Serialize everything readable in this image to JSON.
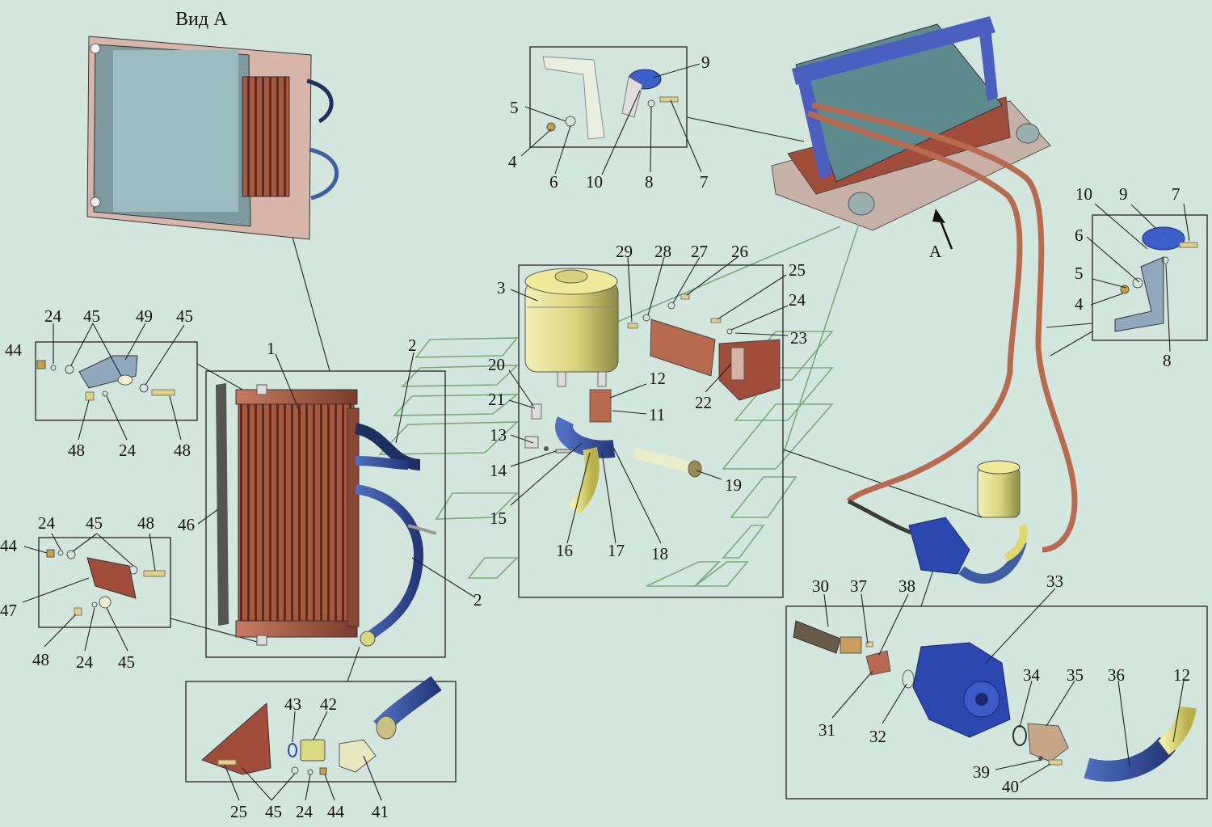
{
  "title": "Вид А",
  "view_marker": "А",
  "labels": {
    "top_box": [
      "4",
      "5",
      "6",
      "7",
      "8",
      "9",
      "10"
    ],
    "right_box": [
      "10",
      "9",
      "7",
      "6",
      "5",
      "4",
      "8"
    ],
    "center": [
      "3",
      "29",
      "28",
      "27",
      "26",
      "25",
      "24",
      "23",
      "22",
      "20",
      "21",
      "12",
      "11",
      "13",
      "14",
      "15",
      "16",
      "17",
      "18",
      "19"
    ],
    "radiator": [
      "1",
      "2",
      "2",
      "46"
    ],
    "left_top_box": [
      "24",
      "45",
      "49",
      "45",
      "44",
      "48",
      "24",
      "48"
    ],
    "left_bottom_box": [
      "24",
      "45",
      "48",
      "44",
      "47",
      "48",
      "24",
      "45"
    ],
    "bottom_box": [
      "43",
      "42",
      "25",
      "45",
      "24",
      "44",
      "41"
    ],
    "pump_box": [
      "30",
      "37",
      "38",
      "33",
      "31",
      "32",
      "34",
      "35",
      "36",
      "12",
      "39",
      "40"
    ]
  },
  "colors": {
    "background": "#d3e6de",
    "radiator": "#b5674f",
    "hose": "#3f5fa5",
    "tank": "#d9d47a",
    "frame": "#5a6fb8",
    "panel": "#d7b5a8"
  },
  "icons": [
    "radiator",
    "hydraulic-pump",
    "oil-tank",
    "hose",
    "clamp",
    "bracket",
    "fan-shroud"
  ]
}
